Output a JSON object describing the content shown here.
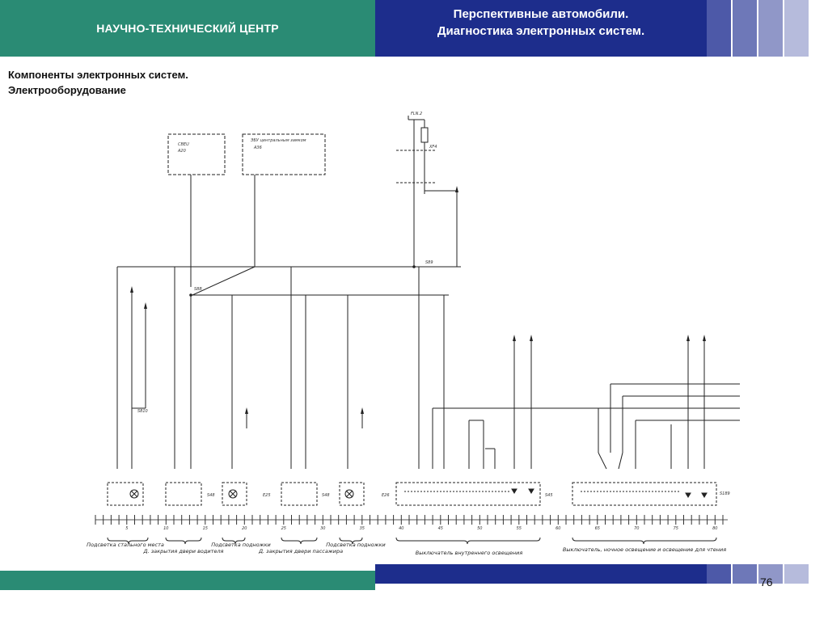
{
  "header": {
    "org": "НАУЧНО-ТЕХНИЧЕСКИЙ ЦЕНТР",
    "title_line1": "Перспективные автомобили.",
    "title_line2": "Диагностика электронных систем."
  },
  "subtitle": {
    "line1": "Компоненты электронных систем.",
    "line2": "Электрооборудование"
  },
  "page_number": "76",
  "colors": {
    "green": "#2a8b74",
    "navy": "#1d2d8c",
    "squares": [
      "#4d59a8",
      "#6e78b8",
      "#9097c8",
      "#b6bbdc"
    ]
  },
  "diagram": {
    "fuse_label": "FLN.2",
    "fuse_ref": "XF4",
    "ecu1_name": "СВЕU",
    "ecu1_ref": "A20",
    "ecu2_name": "ЭБУ центральным замком",
    "ecu2_ref": "A36",
    "splices": [
      "S8B",
      "S89",
      "S810"
    ],
    "components": [
      "S48",
      "E25",
      "S48",
      "E26",
      "S45",
      "S189"
    ],
    "scale_ticks": [
      "5",
      "10",
      "15",
      "20",
      "25",
      "30",
      "35",
      "40",
      "45",
      "50",
      "55",
      "60",
      "65",
      "70",
      "75",
      "80"
    ],
    "captions": [
      "Подсветка стального места",
      "Д. закрытия двери водителя",
      "Подсветка подножки",
      "Д. закрытия двери пассажира",
      "Подсветка подножки",
      "Выключатель внутреннего освещения",
      "Выключатель, ночное освещение и освещение для чтения"
    ]
  }
}
